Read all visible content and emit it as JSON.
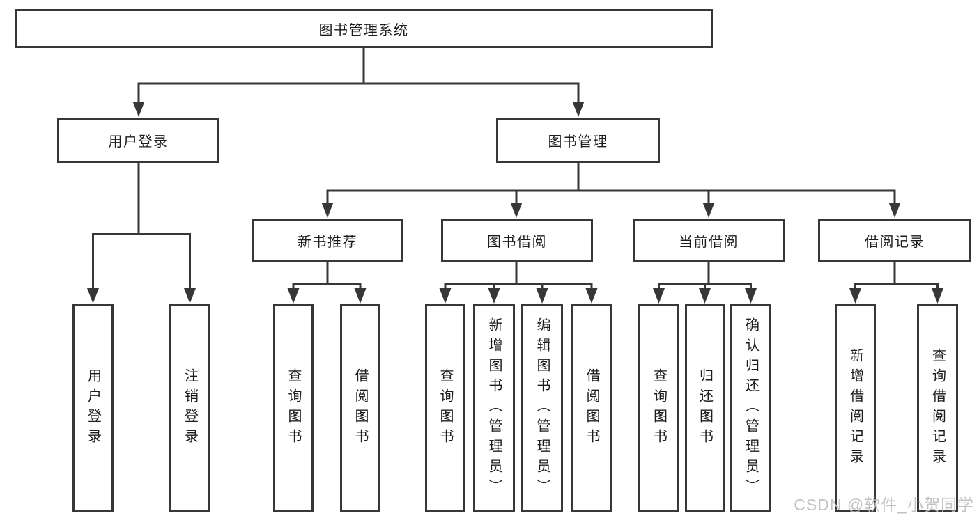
{
  "diagram": {
    "root": {
      "label": "图书管理系统"
    },
    "branches": [
      {
        "label": "用户登录",
        "leaves": [
          "用户登录",
          "注销登录"
        ]
      },
      {
        "label": "图书管理",
        "groups": [
          {
            "label": "新书推荐",
            "leaves": [
              "查询图书",
              "借阅图书"
            ]
          },
          {
            "label": "图书借阅",
            "leaves": [
              "查询图书",
              "新增图书（管理员）",
              "编辑图书（管理员）",
              "借阅图书"
            ]
          },
          {
            "label": "当前借阅",
            "leaves": [
              "查询图书",
              "归还图书",
              "确认归还（管理员）"
            ]
          },
          {
            "label": "借阅记录",
            "leaves": [
              "新增借阅记录",
              "查询借阅记录"
            ]
          }
        ]
      }
    ],
    "watermark": "CSDN @软件_小贺同学",
    "colors": {
      "line": "#373737",
      "text": "#1c1c1c",
      "watermark": "#bdbdbd",
      "background": "#ffffff"
    }
  }
}
